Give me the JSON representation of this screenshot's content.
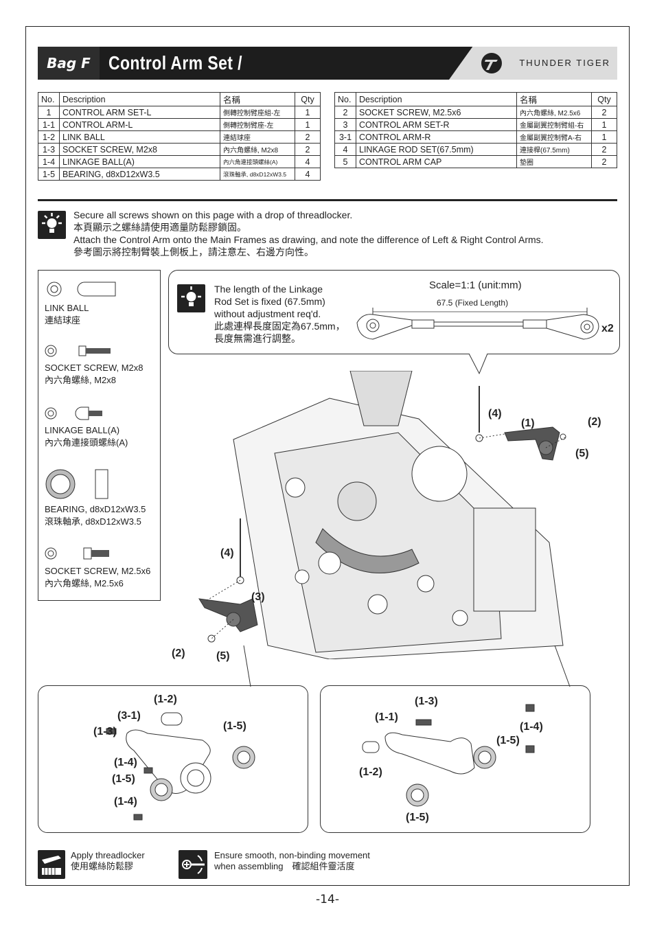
{
  "header": {
    "bag": "Bag F",
    "title": "Control Arm Set /",
    "brand": "THUNDER TIGER"
  },
  "table_left": {
    "headers": [
      "No.",
      "Description",
      "名稱",
      "Qty"
    ],
    "rows": [
      [
        "1",
        "CONTROL ARM SET-L",
        "側轉控制臂座組-左",
        "1"
      ],
      [
        "1-1",
        "CONTROL ARM-L",
        "側轉控制臂座-左",
        "1"
      ],
      [
        "1-2",
        "LINK BALL",
        "連結球座",
        "2"
      ],
      [
        "1-3",
        "SOCKET SCREW, M2x8",
        "內六角螺絲, M2x8",
        "2"
      ],
      [
        "1-4",
        "LINKAGE BALL(A)",
        "內六角連接頭螺絲(A)",
        "4"
      ],
      [
        "1-5",
        "BEARING, d8xD12xW3.5",
        "滾珠軸承, d8xD12xW3.5",
        "4"
      ]
    ]
  },
  "table_right": {
    "headers": [
      "No.",
      "Description",
      "名稱",
      "Qty"
    ],
    "rows": [
      [
        "2",
        "SOCKET SCREW, M2.5x6",
        "內六角螺絲, M2.5x6",
        "2"
      ],
      [
        "3",
        "CONTROL ARM SET-R",
        "金屬副翼控制臂組-右",
        "1"
      ],
      [
        "3-1",
        "CONTROL ARM-R",
        "金屬副翼控制臂A-右",
        "1"
      ],
      [
        "4",
        "LINKAGE ROD SET(67.5mm)",
        "連接桿(67.5mm)",
        "2"
      ],
      [
        "5",
        "CONTROL ARM CAP",
        "墊圈",
        "2"
      ]
    ]
  },
  "notes": [
    "Secure all screws shown on this page with a drop of threadlocker.",
    "本頁顯示之螺絲請使用適量防鬆膠鎖固。",
    "Attach the Control Arm onto the Main Frames as drawing, and note the difference of Left & Right Control Arms.",
    "參考圖示將控制臂裝上側板上，請注意左、右邊方向性。"
  ],
  "parts_list": [
    {
      "en": "LINK BALL",
      "zh": "連結球座"
    },
    {
      "en": "SOCKET SCREW, M2x8",
      "zh": "內六角螺絲, M2x8"
    },
    {
      "en": "LINKAGE BALL(A)",
      "zh": "內六角連接頭螺絲(A)"
    },
    {
      "en": "BEARING, d8xD12xW3.5",
      "zh": "滾珠軸承, d8xD12xW3.5"
    },
    {
      "en": "SOCKET SCREW, M2.5x6",
      "zh": "內六角螺絲, M2.5x6"
    }
  ],
  "callout": {
    "text_en": [
      "The length of the Linkage",
      "Rod Set is fixed (67.5mm)",
      "without adjustment req'd."
    ],
    "text_zh": [
      "此處連桿長度固定為67.5mm，",
      "長度無需進行調整。"
    ],
    "scale": "Scale=1:1 (unit:mm)",
    "length": "67.5 (Fixed Length)",
    "qty": "x2"
  },
  "labels": {
    "four": "(4)",
    "one": "(1)",
    "two": "(2)",
    "five": "(5)",
    "three": "(3)",
    "p11": "(1-1)",
    "p12": "(1-2)",
    "p13": "(1-3)",
    "p14": "(1-4)",
    "p15": "(1-5)",
    "p31": "(3-1)"
  },
  "footer": {
    "threadlocker": [
      "Apply threadlocker",
      "使用螺絲防鬆膠"
    ],
    "smooth": [
      "Ensure smooth, non-binding movement",
      "when assembling　確認組件靈活度"
    ]
  },
  "page_number": "-14-"
}
